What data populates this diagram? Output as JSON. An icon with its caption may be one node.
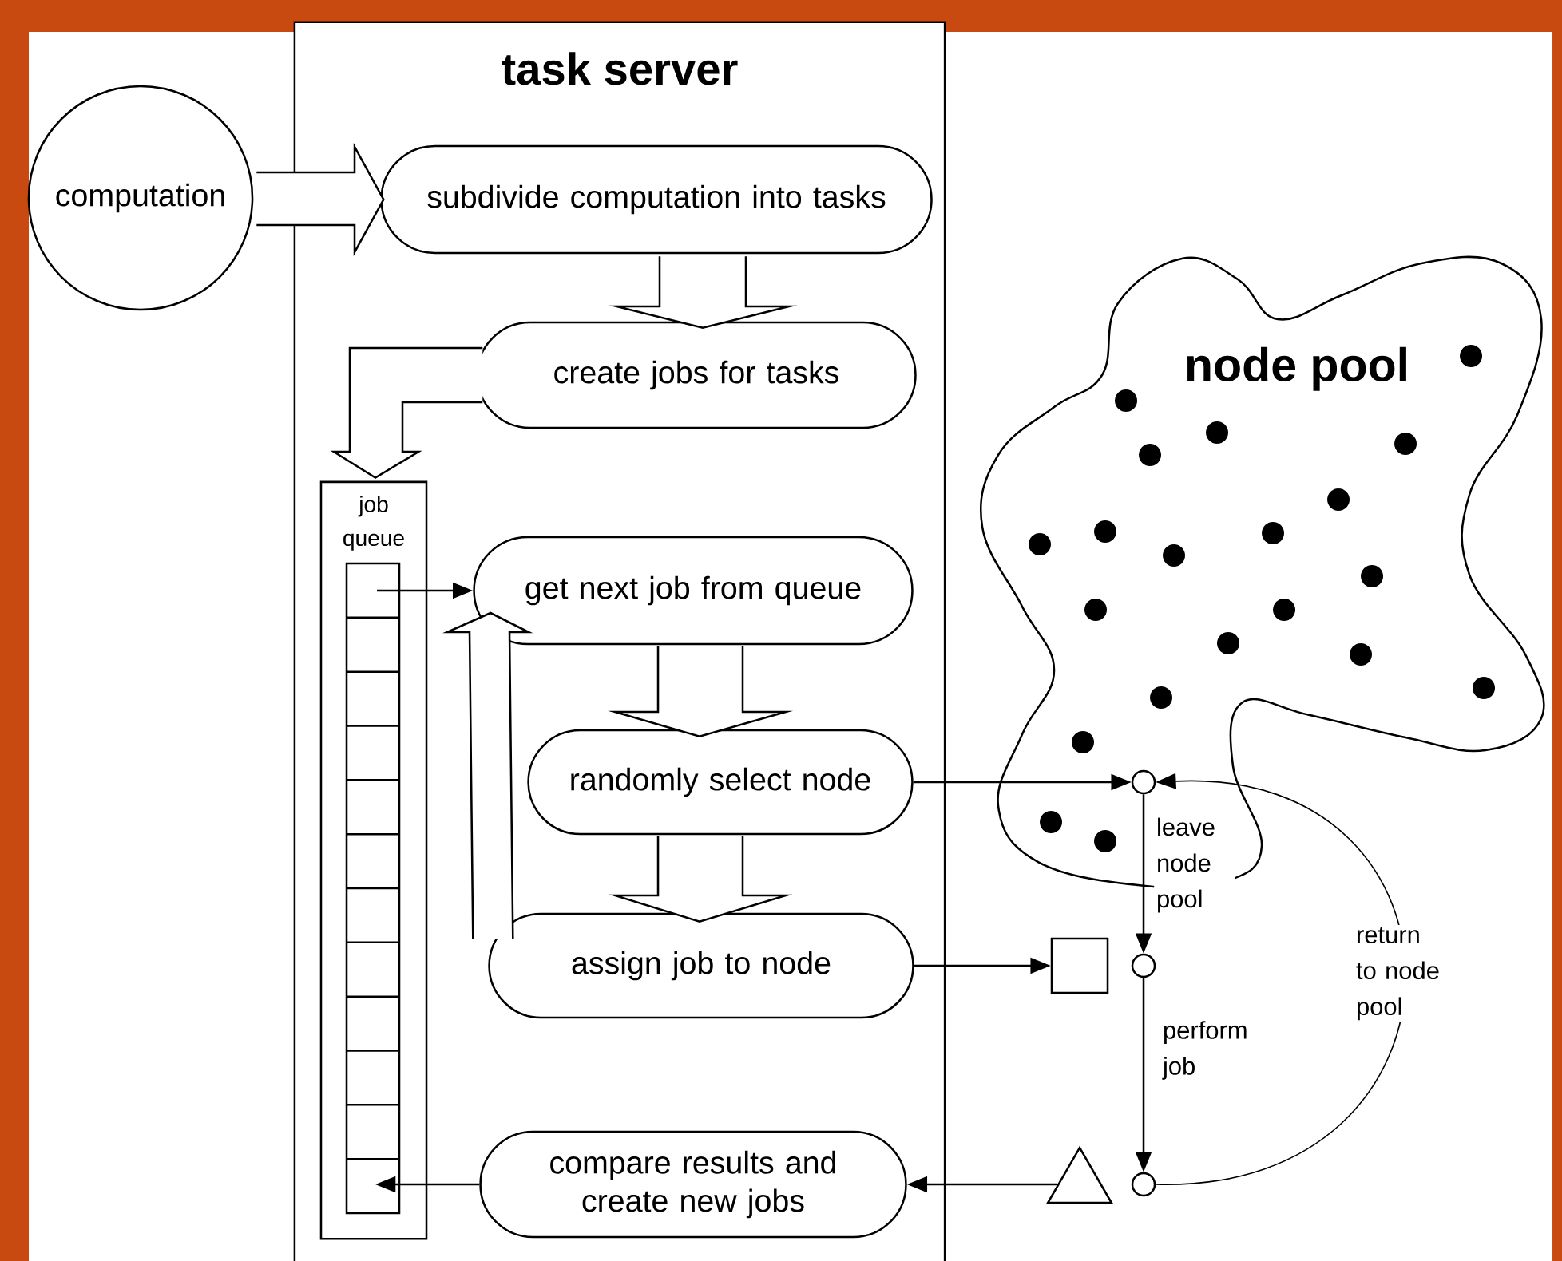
{
  "diagram": {
    "nodes": [
      {
        "text": [
          "computation"
        ]
      },
      {
        "text": [
          "task server"
        ]
      },
      {
        "text": [
          "subdivide computation into tasks"
        ],
        "in": 1
      },
      {
        "text": [
          "create jobs for tasks"
        ],
        "in": 1
      },
      {
        "text": [
          "job queue"
        ],
        "in": 1
      },
      {
        "text": [
          "get next job from queue"
        ],
        "in": 1
      },
      {
        "text": [
          "randomly select node"
        ],
        "in": 1
      },
      {
        "text": [
          "assign job to node"
        ],
        "in": 1
      },
      {
        "text": [
          "compare results and create new jobs"
        ],
        "in": 1
      },
      {
        "text": [
          "node pool"
        ]
      },
      {
        "text": [],
        "shape": "circle",
        "in": 9
      },
      {
        "text": [],
        "shape": "box"
      },
      {
        "text": [],
        "shape": "circle"
      },
      {
        "text": [],
        "shape": "triangle"
      },
      {
        "text": [],
        "shape": "circle"
      }
    ],
    "edges": [
      {
        "from": 0,
        "to": 2,
        "arrow": "to",
        "style": "thick"
      },
      {
        "from": 2,
        "to": 3,
        "arrow": "to",
        "style": "thick"
      },
      {
        "from": 3,
        "to": 4,
        "arrow": "to",
        "style": "thick"
      },
      {
        "from": 4,
        "to": 5,
        "arrow": "to"
      },
      {
        "from": 7,
        "to": 5,
        "arrow": "to",
        "style": "thick"
      },
      {
        "from": 5,
        "to": 6,
        "arrow": "to",
        "style": "thick"
      },
      {
        "from": 6,
        "to": 7,
        "arrow": "to",
        "style": "thick"
      },
      {
        "from": 6,
        "to": 10,
        "arrow": "to"
      },
      {
        "from": 7,
        "to": 11,
        "arrow": "to"
      },
      {
        "from": 10,
        "to": 12,
        "arrow": "to",
        "label": "leave node pool"
      },
      {
        "from": 12,
        "to": 14,
        "arrow": "to",
        "label": "perform job"
      },
      {
        "from": 14,
        "to": 10,
        "arrow": "to",
        "label": "return to node pool"
      },
      {
        "from": 13,
        "to": 8,
        "arrow": "to"
      },
      {
        "from": 8,
        "to": 4,
        "arrow": "to"
      }
    ]
  }
}
